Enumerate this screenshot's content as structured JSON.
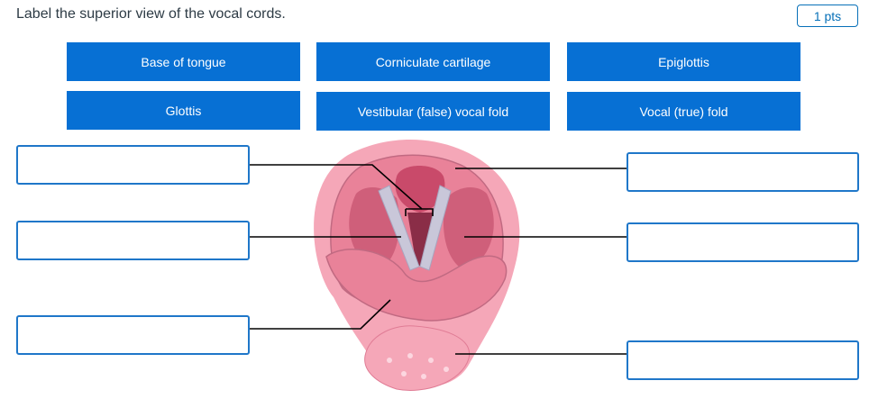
{
  "question": {
    "text": "Label the superior view of the vocal cords.",
    "points": "1 pts"
  },
  "word_bank": [
    {
      "label": "Base of tongue"
    },
    {
      "label": "Corniculate cartilage"
    },
    {
      "label": "Epiglottis"
    },
    {
      "label": "Glottis"
    },
    {
      "label": "Vestibular (false) vocal fold"
    },
    {
      "label": "Vocal (true) fold"
    }
  ],
  "drop_zones": [
    {
      "value": ""
    },
    {
      "value": ""
    },
    {
      "value": ""
    },
    {
      "value": ""
    },
    {
      "value": ""
    },
    {
      "value": ""
    }
  ],
  "colors": {
    "chip_bg": "#0770d4",
    "drop_border": "#1f77c9",
    "tissue_light": "#f5a7b8",
    "tissue_mid": "#e98299",
    "tissue_dark": "#c94a6a",
    "cord_color": "#c9c7d9"
  }
}
